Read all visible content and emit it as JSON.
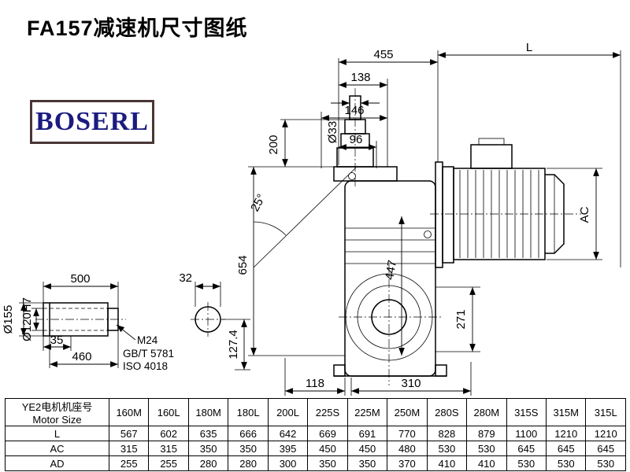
{
  "page": {
    "title": "FA157减速机尺寸图纸",
    "logo": "BOSERL"
  },
  "dims": {
    "w455": "455",
    "L": "L",
    "d138": "138",
    "d146": "146",
    "d96": "96",
    "dia33": "Ø33",
    "d200": "200",
    "angle25": "25°",
    "d654": "654",
    "d447": "447",
    "AC": "AC",
    "d271": "271",
    "d500": "500",
    "d32": "32",
    "d35": "35",
    "d460": "460",
    "dia155": "Ø155",
    "dia120": "Ø120H7",
    "m24": "M24",
    "gb": "GB/T 5781",
    "iso": "ISO 4018",
    "d127": "127.4",
    "d118": "118",
    "d310": "310"
  },
  "table": {
    "header_cn": "YE2电机机座号",
    "header_en": "Motor Size",
    "columns": [
      "160M",
      "160L",
      "180M",
      "180L",
      "200L",
      "225S",
      "225M",
      "250M",
      "280S",
      "280M",
      "315S",
      "315M",
      "315L"
    ],
    "rows": [
      {
        "label": "L",
        "values": [
          "567",
          "602",
          "635",
          "666",
          "642",
          "669",
          "691",
          "770",
          "828",
          "879",
          "1100",
          "1210",
          "1210"
        ]
      },
      {
        "label": "AC",
        "values": [
          "315",
          "315",
          "350",
          "350",
          "395",
          "450",
          "450",
          "480",
          "530",
          "530",
          "645",
          "645",
          "645"
        ]
      },
      {
        "label": "AD",
        "values": [
          "255",
          "255",
          "280",
          "280",
          "300",
          "350",
          "350",
          "370",
          "410",
          "410",
          "530",
          "530",
          "530"
        ]
      }
    ]
  }
}
